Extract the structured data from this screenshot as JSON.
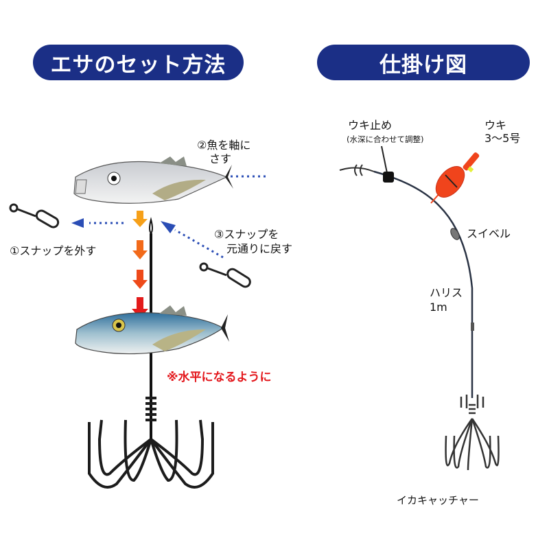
{
  "left_panel": {
    "title": "エサのセット方法",
    "step2_line1": "②魚を軸に",
    "step2_line2": "さす",
    "step1": "①スナップを外す",
    "step3_line1": "③スナップを",
    "step3_line2": "元通りに戻す",
    "note": "※水平になるように"
  },
  "right_panel": {
    "title": "仕掛け図",
    "stopper": "ウキ止め",
    "stopper_note": "(水深に合わせて調整)",
    "float": "ウキ",
    "float_size": "3〜5号",
    "swivel": "スイベル",
    "leader": "ハリス",
    "leader_length": "1m",
    "jig": "イカキャッチャー"
  },
  "colors": {
    "header": "#1b2f86",
    "note": "#e3161b",
    "arrow_blue": "#2a4db5",
    "float": "#f0441c"
  }
}
